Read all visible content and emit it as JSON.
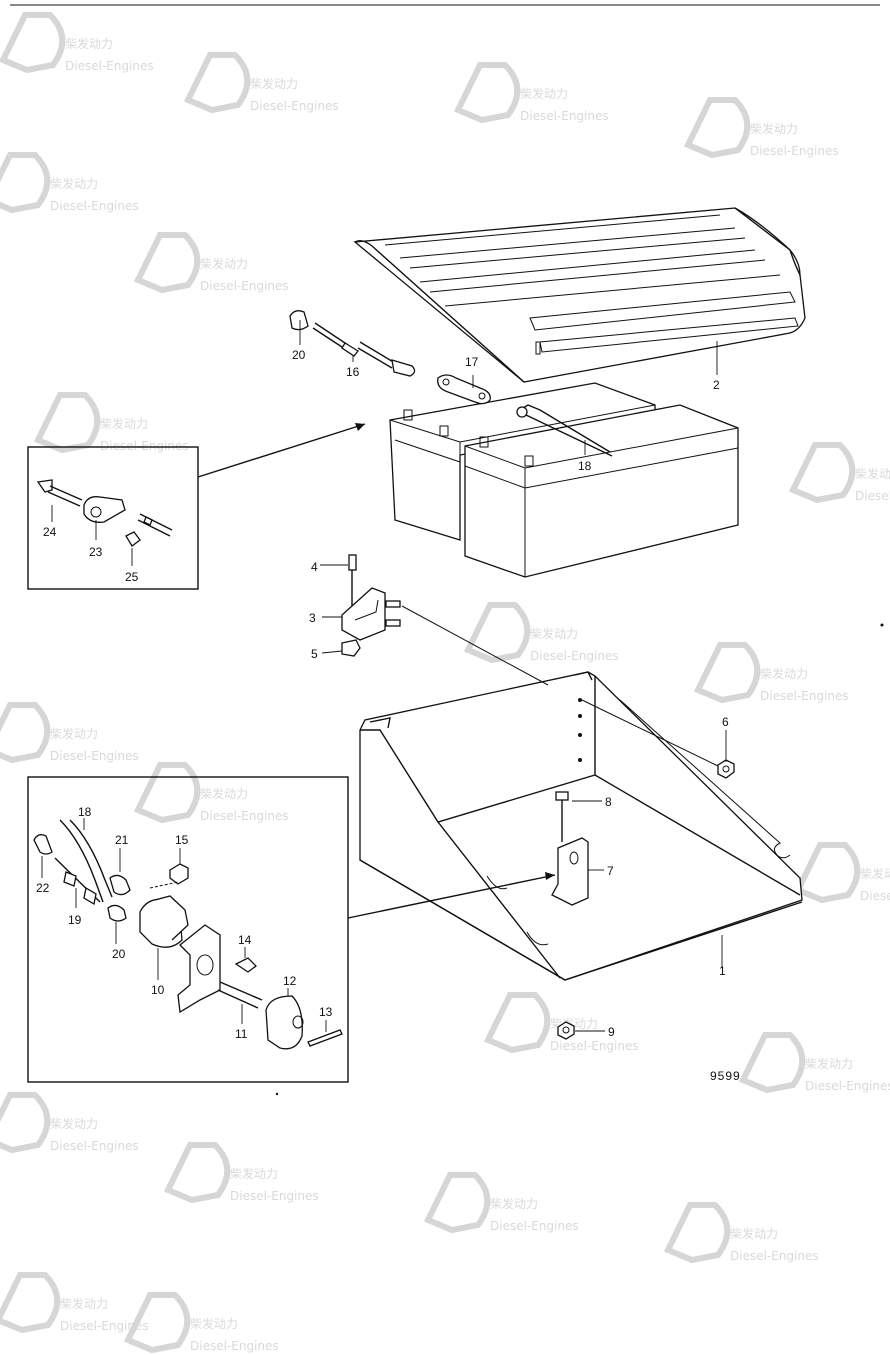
{
  "drawing_number": "9599",
  "watermark": {
    "brand_cn": "柴发动力",
    "brand_en": "Diesel-Engines"
  },
  "part_labels": [
    "1",
    "2",
    "3",
    "4",
    "5",
    "6",
    "7",
    "8",
    "9",
    "10",
    "11",
    "12",
    "13",
    "14",
    "15",
    "16",
    "17",
    "18",
    "18",
    "19",
    "20",
    "20",
    "21",
    "22",
    "23",
    "24",
    "25"
  ]
}
